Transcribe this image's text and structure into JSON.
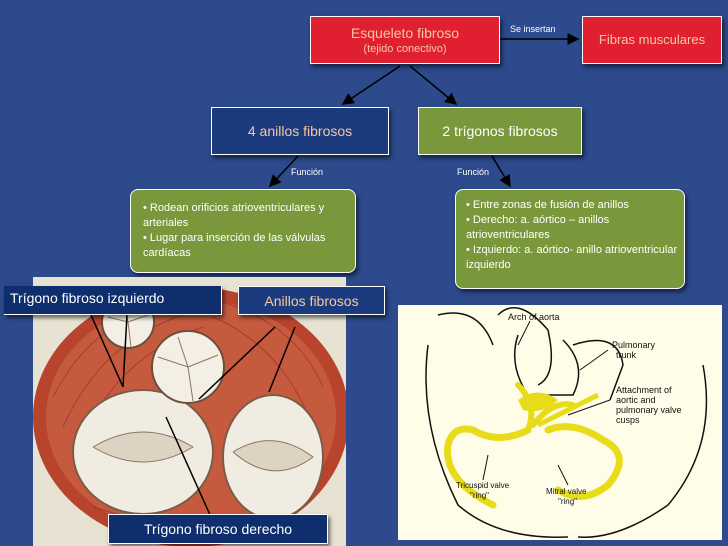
{
  "colors": {
    "background": "#2c4a8c",
    "red": "#e02030",
    "green": "#79983b",
    "navy": "#1c3a7e",
    "blue_dark": "#0f2e6e",
    "text_red_dim": "#f4c9a0"
  },
  "top": {
    "main_line1": "Esqueleto fibroso",
    "main_line2": "(tejido conectivo)",
    "arrow_label": "Se insertan",
    "fibras": "Fibras musculares"
  },
  "middle": {
    "anillos": "4 anillos fibrosos",
    "trigonos": "2 trígonos fibrosos",
    "funcion_left": "Función",
    "funcion_right": "Función"
  },
  "funciones": {
    "left": [
      "Rodean orificios atrioventriculares y arteriales",
      "Lugar para inserción de las válvulas cardíacas"
    ],
    "right": [
      "Entre zonas de fusión de anillos",
      "Derecho: a. aórtico – anillos atrioventriculares",
      "Izquierdo: a. aórtico- anillo atrioventricular izquierdo"
    ]
  },
  "labels": {
    "trigono_izq": "Trígono fibroso izquierdo",
    "anillos_fibrosos": "Anillos fibrosos",
    "trigono_der": "Trígono fibroso derecho"
  },
  "schematic": {
    "arch": "Arch of aorta",
    "pulmonary_1": "Pulmonary",
    "pulmonary_2": "trunk",
    "attach_1": "Attachment of",
    "attach_2": "aortic and",
    "attach_3": "pulmonary valve",
    "attach_4": "cusps",
    "tricuspid_1": "Tricuspid valve",
    "tricuspid_2": "\"ring\"",
    "mitral_1": "Mitral valve",
    "mitral_2": "\"ring\""
  }
}
